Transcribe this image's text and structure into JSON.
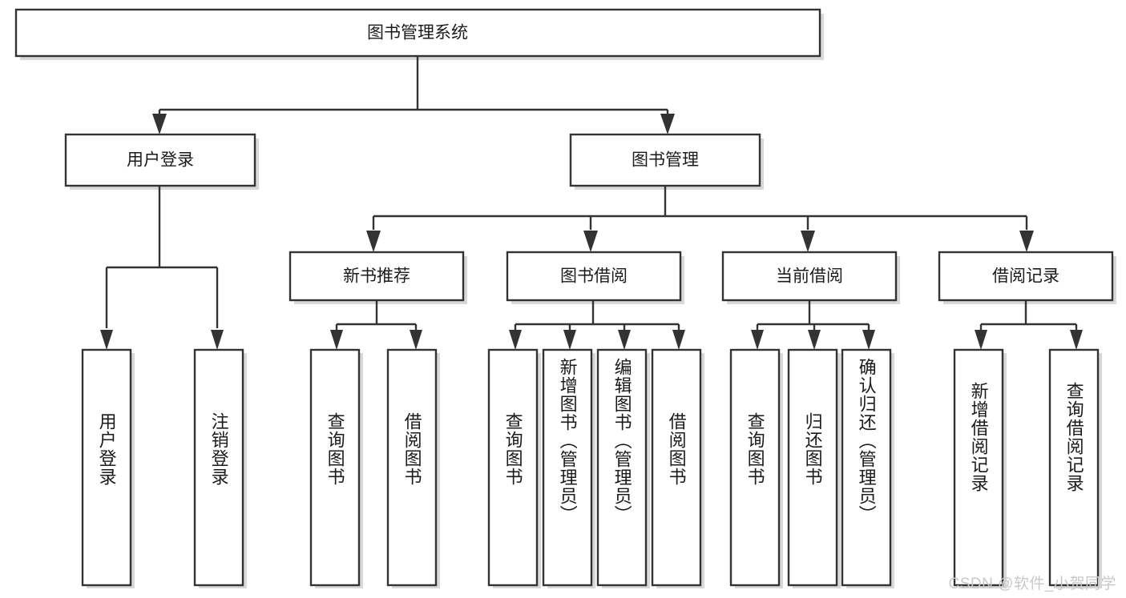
{
  "diagram": {
    "type": "tree-hierarchy-diagram",
    "title": "图书管理系统",
    "style": {
      "box_fill": "#ffffff",
      "box_stroke": "#333333",
      "text_color": "#1b1b1b",
      "shadow_color": "#b8b8b8",
      "background": "#ffffff"
    },
    "levels": {
      "root": {
        "label": "图书管理系统"
      },
      "level2": [
        {
          "label": "用户登录"
        },
        {
          "label": "图书管理"
        }
      ],
      "level3": [
        {
          "label": "新书推荐"
        },
        {
          "label": "图书借阅"
        },
        {
          "label": "当前借阅"
        },
        {
          "label": "借阅记录"
        }
      ],
      "leaves": [
        {
          "label": "用户登录",
          "parent": "用户登录"
        },
        {
          "label": "注销登录",
          "parent": "用户登录"
        },
        {
          "label": "查询图书",
          "parent": "新书推荐"
        },
        {
          "label": "借阅图书",
          "parent": "新书推荐"
        },
        {
          "label": "查询图书",
          "parent": "图书借阅"
        },
        {
          "label": "新增图书（管理员）",
          "parent": "图书借阅"
        },
        {
          "label": "编辑图书（管理员）",
          "parent": "图书借阅"
        },
        {
          "label": "借阅图书",
          "parent": "图书借阅"
        },
        {
          "label": "查询图书",
          "parent": "当前借阅"
        },
        {
          "label": "归还图书",
          "parent": "当前借阅"
        },
        {
          "label": "确认归还（管理员）",
          "parent": "当前借阅"
        },
        {
          "label": "新增借阅记录",
          "parent": "借阅记录"
        },
        {
          "label": "查询借阅记录",
          "parent": "借阅记录"
        }
      ]
    }
  },
  "watermark": {
    "text": "CSDN @软件_小贺同学"
  }
}
